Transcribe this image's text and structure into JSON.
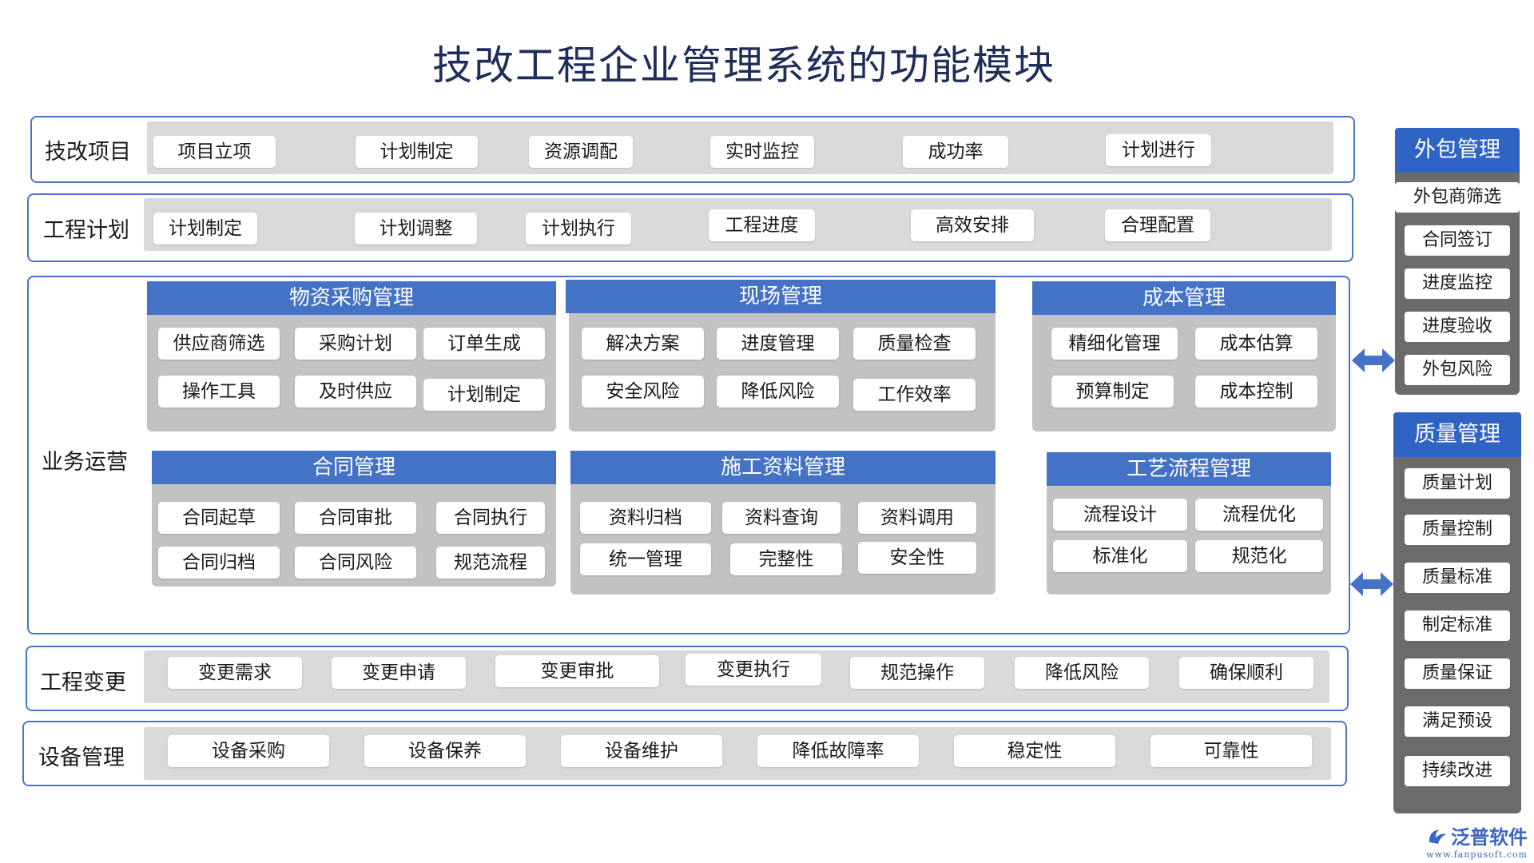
{
  "title": "技改工程企业管理系统的功能模块",
  "rows": [
    {
      "label": "技改项目",
      "items": [
        "项目立项",
        "计划制定",
        "资源调配",
        "实时监控",
        "成功率",
        "计划进行"
      ]
    },
    {
      "label": "工程计划",
      "items": [
        "计划制定",
        "计划调整",
        "计划执行",
        "工程进度",
        "高效安排",
        "合理配置"
      ]
    },
    {
      "label": "工程变更",
      "items": [
        "变更需求",
        "变更申请",
        "变更审批",
        "变更执行",
        "规范操作",
        "降低风险",
        "确保顺利"
      ]
    },
    {
      "label": "设备管理",
      "items": [
        "设备采购",
        "设备保养",
        "设备维护",
        "降低故障率",
        "稳定性",
        "可靠性"
      ]
    }
  ],
  "operations": {
    "label": "业务运营",
    "modules": [
      {
        "title": "物资采购管理",
        "items": [
          "供应商筛选",
          "采购计划",
          "订单生成",
          "操作工具",
          "及时供应",
          "计划制定"
        ]
      },
      {
        "title": "现场管理",
        "items": [
          "解决方案",
          "进度管理",
          "质量检查",
          "安全风险",
          "降低风险",
          "工作效率"
        ]
      },
      {
        "title": "成本管理",
        "items": [
          "精细化管理",
          "成本估算",
          "预算制定",
          "成本控制"
        ]
      },
      {
        "title": "合同管理",
        "items": [
          "合同起草",
          "合同审批",
          "合同执行",
          "合同归档",
          "合同风险",
          "规范流程"
        ]
      },
      {
        "title": "施工资料管理",
        "items": [
          "资料归档",
          "资料查询",
          "资料调用",
          "统一管理",
          "完整性",
          "安全性"
        ]
      },
      {
        "title": "工艺流程管理",
        "items": [
          "流程设计",
          "流程优化",
          "标准化",
          "规范化"
        ]
      }
    ]
  },
  "side": [
    {
      "title": "外包管理",
      "items": [
        "外包商筛选",
        "合同签订",
        "进度监控",
        "进度验收",
        "外包风险"
      ]
    },
    {
      "title": "质量管理",
      "items": [
        "质量计划",
        "质量控制",
        "质量标准",
        "制定标准",
        "质量保证",
        "满足预设",
        "持续改进"
      ]
    }
  ],
  "logo": {
    "text": "泛普软件",
    "url": "www.fanpusoft.com"
  },
  "colors": {
    "frame": "#4a74c8",
    "module_header": "#4472c4",
    "side_header": "#2f64c4",
    "band": "#d9d9d9"
  },
  "icons": [
    "double-arrow-icon",
    "logo-icon"
  ]
}
